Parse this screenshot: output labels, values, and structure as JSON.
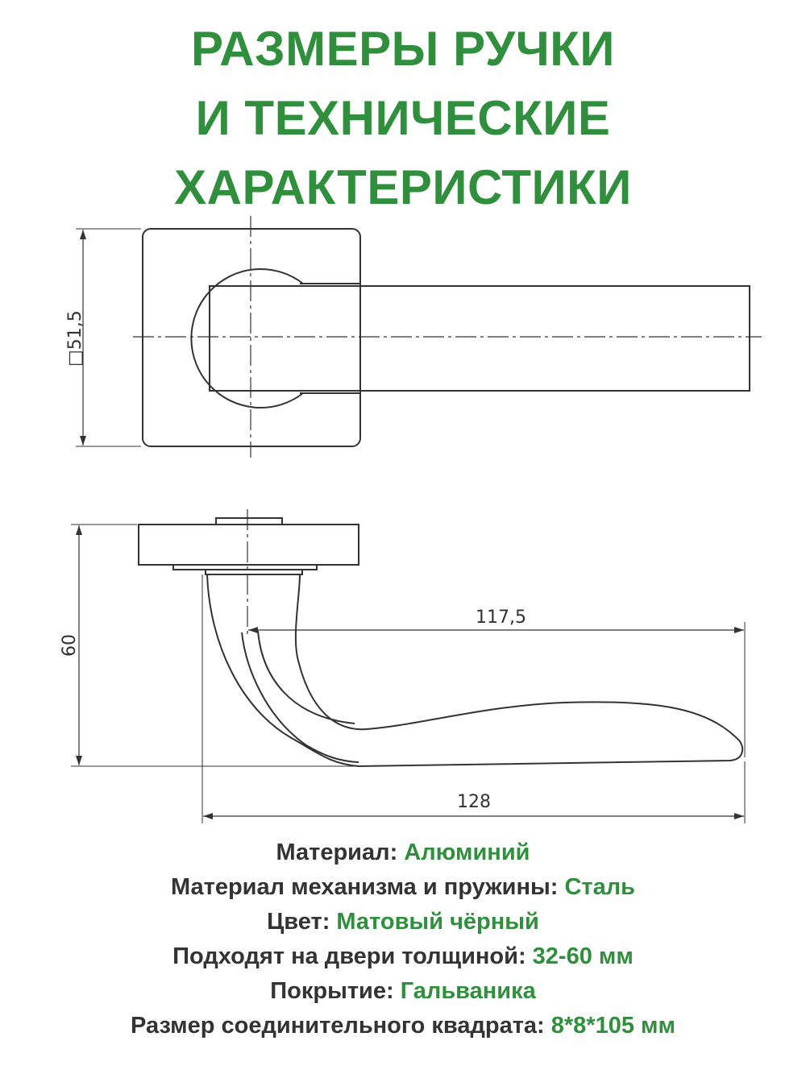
{
  "title": {
    "line1": "РАЗМЕРЫ РУЧКИ",
    "line2": "И ТЕХНИЧЕСКИЕ",
    "line3": "ХАРАКТЕРИСТИКИ"
  },
  "drawing": {
    "rosette_square_label": "□51,5",
    "height_label": "60",
    "lever_reach_label": "117,5",
    "total_length_label": "128"
  },
  "specs": [
    {
      "label": "Материал: ",
      "value": "Алюминий"
    },
    {
      "label": "Материал механизма и пружины: ",
      "value": "Сталь"
    },
    {
      "label": "Цвет: ",
      "value": "Матовый чёрный"
    },
    {
      "label": "Подходят на двери толщиной: ",
      "value": "32-60 мм"
    },
    {
      "label": "Покрытие: ",
      "value": "Гальваника"
    },
    {
      "label": "Размер соединительного квадрата: ",
      "value": "8*8*105 мм"
    }
  ],
  "colors": {
    "accent": "#2f8f3c",
    "text": "#333333",
    "line": "#333333"
  }
}
